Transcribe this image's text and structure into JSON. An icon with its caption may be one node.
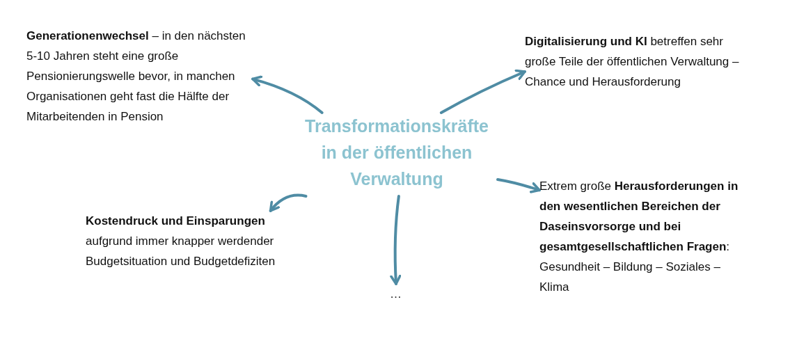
{
  "diagram": {
    "nodes": [
      {
        "text": [
          "Transformationskräfte in der öffentlichen Verwaltung"
        ]
      },
      {
        "text": [
          "**Generationenwechsel** – in den nächsten 5-10 Jahren steht eine große Pensionierungswelle bevor, in manchen Organisationen geht fast die Hälfte der Mitarbeitenden in Pension"
        ]
      },
      {
        "text": [
          "**Digitalisierung und KI** betreffen sehr große Teile der öffentlichen Verwaltung – Chance und Herausforderung"
        ]
      },
      {
        "text": [
          "**Kostendruck und Einsparungen** aufgrund immer knapper werdender Budgetsituation und Budgetdefiziten"
        ]
      },
      {
        "text": [
          "…"
        ]
      },
      {
        "text": [
          "Extrem große **Herausforderungen in den wesentlichen Bereichen der Daseinsvorsorge und bei gesamtgesellschaftlichen Fragen**: Gesundheit – Bildung – Soziales – Klima"
        ]
      }
    ],
    "edges": [
      {
        "from": 0,
        "to": 1,
        "arrow": "to"
      },
      {
        "from": 0,
        "to": 2,
        "arrow": "to"
      },
      {
        "from": 0,
        "to": 3,
        "arrow": "to"
      },
      {
        "from": 0,
        "to": 4,
        "arrow": "to"
      },
      {
        "from": 0,
        "to": 5,
        "arrow": "to"
      }
    ]
  }
}
